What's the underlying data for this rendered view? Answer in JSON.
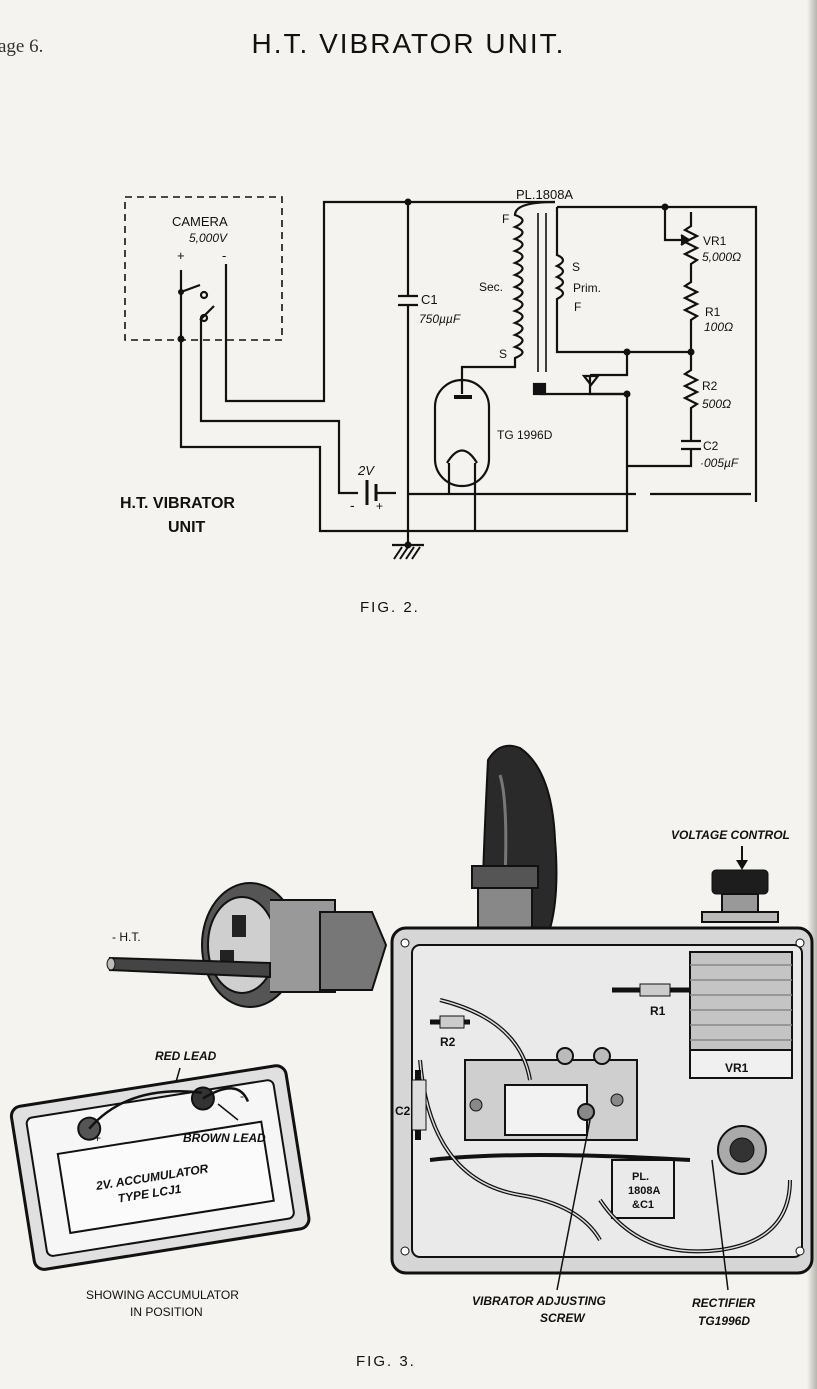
{
  "page": {
    "number": "age 6.",
    "title": "H.T. VIBRATOR UNIT."
  },
  "fig2": {
    "caption": "FIG. 2.",
    "unit_label_line1": "H.T. VIBRATOR",
    "unit_label_line2": "UNIT",
    "camera_label": "CAMERA",
    "camera_voltage": "5,000V",
    "plus": "+",
    "minus": "-",
    "transformer_label": "PL.1808A",
    "sec_label": "Sec.",
    "prim_label": "Prim.",
    "f_top": "F",
    "s_bottom": "S",
    "prim_s": "S",
    "prim_f": "F",
    "c1_label": "C1",
    "c1_value": "750µµF",
    "tube_label": "TG 1996D",
    "vr1_label": "VR1",
    "vr1_value": "5,000Ω",
    "r1_label": "R1",
    "r1_value": "100Ω",
    "r2_label": "R2",
    "r2_value": "500Ω",
    "c2_label": "C2",
    "c2_value": "·005µF",
    "battery_label": "2V",
    "batt_minus": "-",
    "batt_plus": "+"
  },
  "fig3": {
    "caption": "FIG. 3.",
    "ht_label": "- H.T.",
    "voltage_control": "VOLTAGE CONTROL",
    "r1": "R1",
    "r2": "R2",
    "c2": "C2",
    "vr1": "VR1",
    "pl_line1": "PL.",
    "pl_line2": "1808A",
    "pl_line3": "&C1",
    "red_lead": "RED LEAD",
    "brown_lead": "BROWN LEAD",
    "acc_line1": "2V. ACCUMULATOR",
    "acc_line2": "TYPE LCJ1",
    "acc_plus": "+",
    "acc_minus": "-",
    "showing_line1": "SHOWING ACCUMULATOR",
    "showing_line2": "IN POSITION",
    "vib_line1": "VIBRATOR ADJUSTING",
    "vib_line2": "SCREW",
    "rect_line1": "RECTIFIER",
    "rect_line2": "TG1996D"
  }
}
